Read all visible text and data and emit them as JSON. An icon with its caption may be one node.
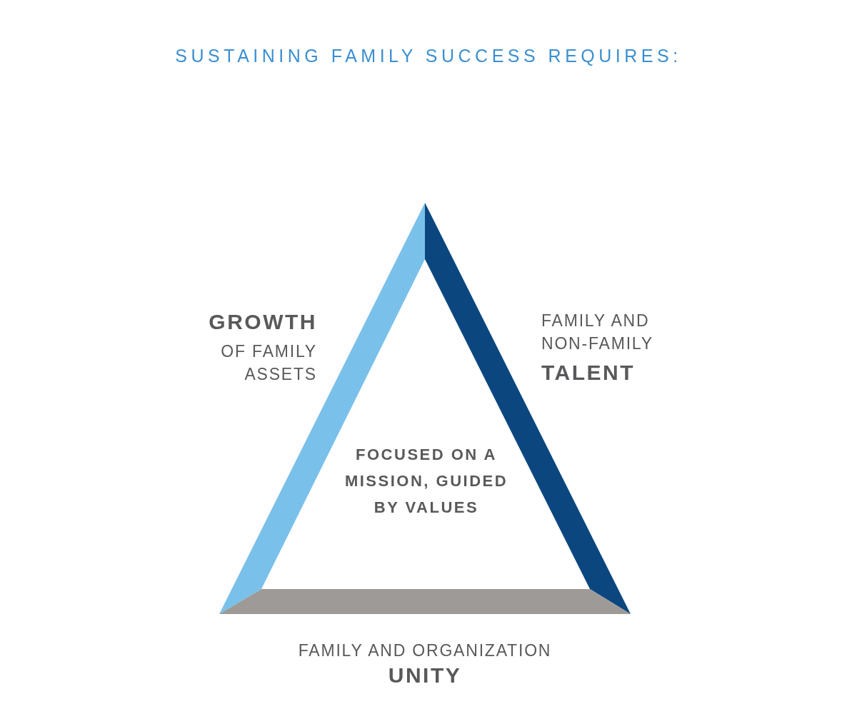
{
  "diagram": {
    "title": "SUSTAINING FAMILY SUCCESS REQUIRES:",
    "nodes": [
      {
        "text": [
          "FOCUSED ON A MISSION, GUIDED BY VALUES"
        ],
        "beside": [
          "GROWTH",
          "OF FAMILY ASSETS",
          "FAMILY AND NON-FAMILY",
          "TALENT",
          "FAMILY AND ORGANIZATION",
          "UNITY"
        ]
      }
    ]
  }
}
